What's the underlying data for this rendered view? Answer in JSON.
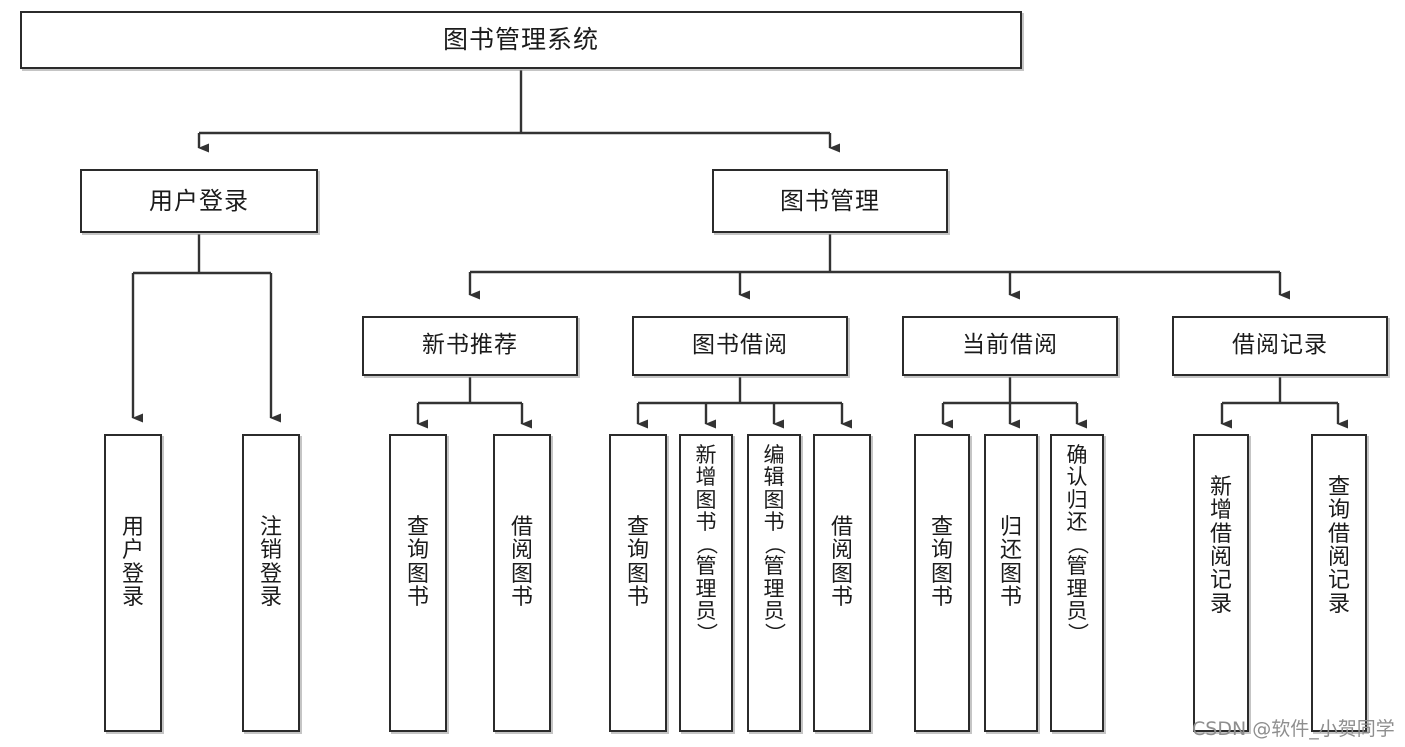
{
  "diagram": {
    "title": "图书管理系统",
    "type": "tree-hierarchy-diagram",
    "orientation": "top-down",
    "colors": {
      "box_border": "#2b2b2b",
      "box_fill": "#ffffff",
      "connector": "#333333",
      "text": "#1b1b1b",
      "watermark": "#8e8e8e",
      "background": "#ffffff"
    },
    "root": {
      "id": "root",
      "label": "图书管理系统"
    },
    "level2": [
      {
        "id": "user-login",
        "label": "用户登录"
      },
      {
        "id": "book-management",
        "label": "图书管理"
      }
    ],
    "level3": [
      {
        "id": "new-book-recommend",
        "label": "新书推荐",
        "parent": "book-management"
      },
      {
        "id": "book-borrow",
        "label": "图书借阅",
        "parent": "book-management"
      },
      {
        "id": "current-borrow",
        "label": "当前借阅",
        "parent": "book-management"
      },
      {
        "id": "borrow-record",
        "label": "借阅记录",
        "parent": "book-management"
      }
    ],
    "leaves": {
      "user-login": [
        {
          "id": "leaf-user-login",
          "label": "用户登录"
        },
        {
          "id": "leaf-logout-login",
          "label": "注销登录"
        }
      ],
      "new-book-recommend": [
        {
          "id": "leaf-query-book-1",
          "label": "查询图书"
        },
        {
          "id": "leaf-borrow-book-1",
          "label": "借阅图书"
        }
      ],
      "book-borrow": [
        {
          "id": "leaf-query-book-2",
          "label": "查询图书"
        },
        {
          "id": "leaf-add-book-admin",
          "label": "新增图书（管理员）"
        },
        {
          "id": "leaf-edit-book-admin",
          "label": "编辑图书（管理员）"
        },
        {
          "id": "leaf-borrow-book-2",
          "label": "借阅图书"
        }
      ],
      "current-borrow": [
        {
          "id": "leaf-query-book-3",
          "label": "查询图书"
        },
        {
          "id": "leaf-return-book",
          "label": "归还图书"
        },
        {
          "id": "leaf-confirm-return-admin",
          "label": "确认归还（管理员）"
        }
      ],
      "borrow-record": [
        {
          "id": "leaf-add-borrow-record",
          "label": "新增借阅记录"
        },
        {
          "id": "leaf-query-borrow-record",
          "label": "查询借阅记录"
        }
      ]
    }
  },
  "watermark": {
    "text": "CSDN @软件_小贺同学"
  }
}
